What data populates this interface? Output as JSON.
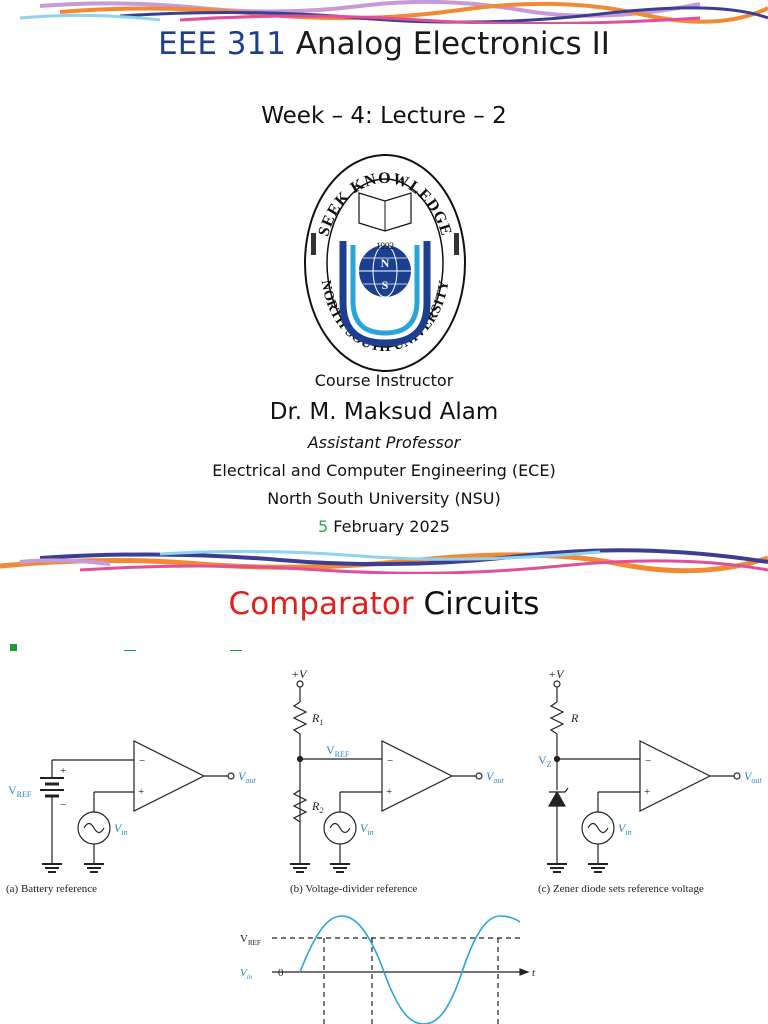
{
  "slide1": {
    "title_code": "EEE 311",
    "title_rest": " Analog Electronics II",
    "subtitle": "Week – 4: Lecture – 2",
    "logo": {
      "top_text": "SEEK KNOWLEDGE",
      "bottom_text": "NORTH SOUTH UNIVERSITY",
      "year": "1992",
      "n": "N",
      "s": "S"
    },
    "instructor_role": "Course Instructor",
    "instructor_name": "Dr. M. Maksud Alam",
    "instructor_title": "Assistant Professor",
    "department": "Electrical and Computer Engineering (ECE)",
    "university": "North South University (NSU)",
    "date_day": "5",
    "date_rest": " February 2025"
  },
  "slide2": {
    "title_accent": "Comparator",
    "title_rest": " Circuits",
    "circuit_a": {
      "vref": "V",
      "vref_sub": "REF",
      "vout": "V",
      "vout_sub": "out",
      "vin": "V",
      "vin_sub": "in",
      "caption": "(a) Battery reference"
    },
    "circuit_b": {
      "supply": "+V",
      "r1": "R",
      "r1_sub": "1",
      "r2": "R",
      "r2_sub": "2",
      "vref": "V",
      "vref_sub": "REF",
      "vout": "V",
      "vout_sub": "out",
      "vin": "V",
      "vin_sub": "in",
      "caption": "(b) Voltage-divider reference"
    },
    "circuit_c": {
      "supply": "+V",
      "r": "R",
      "vz": "V",
      "vz_sub": "Z",
      "vout": "V",
      "vout_sub": "out",
      "vin": "V",
      "vin_sub": "in",
      "caption": "(c) Zener diode sets reference voltage"
    },
    "waveform": {
      "vref": "V",
      "vref_sub": "REF",
      "vin": "V",
      "vin_sub": "in",
      "zero": "0",
      "t": "t"
    }
  },
  "colors": {
    "title_blue": "#1f3f86",
    "accent_red": "#e0201b",
    "date_green": "#2fa84a",
    "label_blue": "#2d86c9",
    "wave_blue": "#2aa5d8"
  }
}
